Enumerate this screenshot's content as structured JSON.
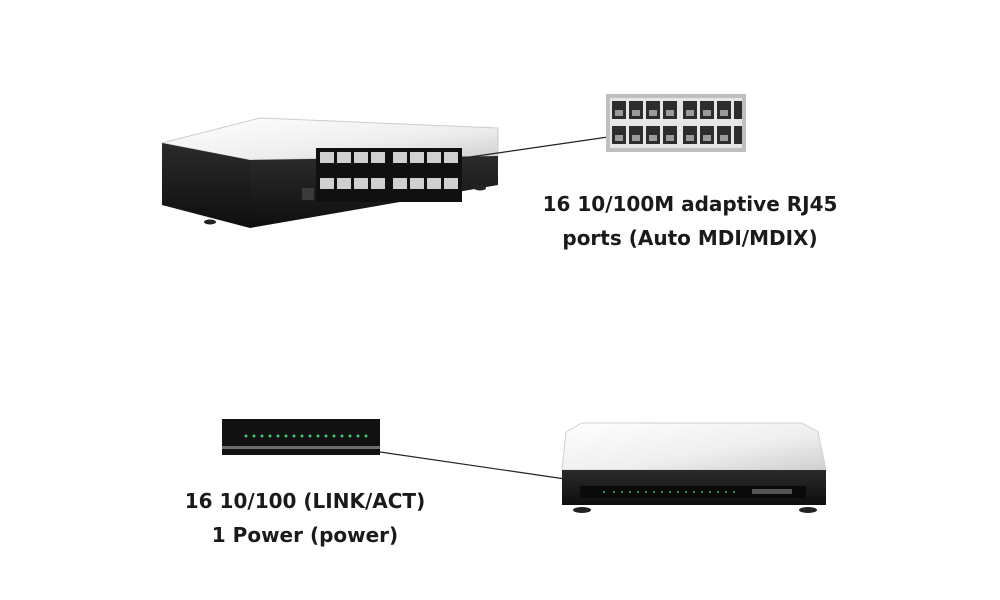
{
  "ports_caption": {
    "line1": "16 10/100M adaptive RJ45",
    "line2": "ports (Auto MDI/MDIX)"
  },
  "leds_caption": {
    "line1": "16 10/100 (LINK/ACT)",
    "line2": "1 Power (power)"
  },
  "colors": {
    "switch_top": "#f2f2f2",
    "switch_body": "#1b1b1b",
    "port": "#d8d8d8",
    "led": "#3ec46d"
  }
}
